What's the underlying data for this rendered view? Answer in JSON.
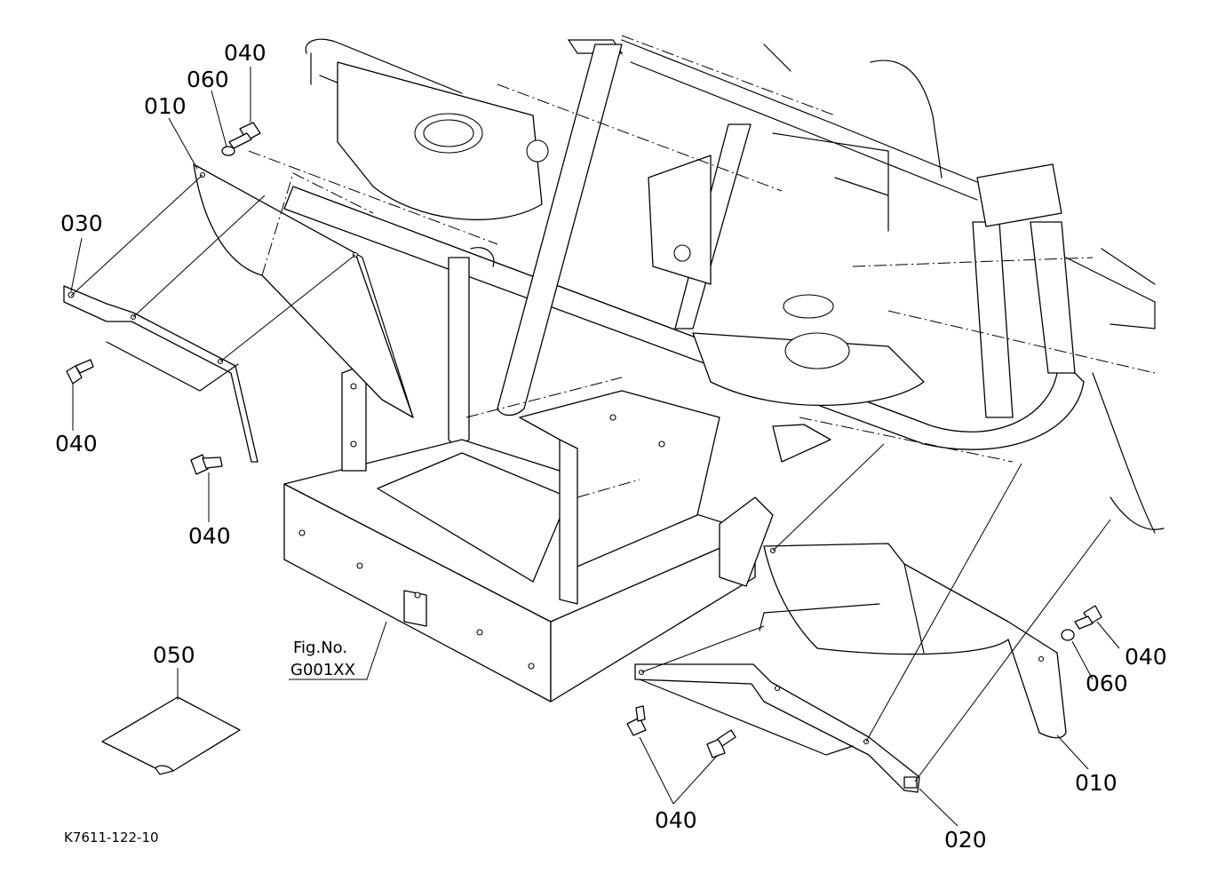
{
  "callouts": {
    "p040_top": "040",
    "p060_top": "060",
    "p010_left": "010",
    "p030": "030",
    "p040_left": "040",
    "p040_mid": "040",
    "p050": "050",
    "p040_right": "040",
    "p060_right": "060",
    "p010_right": "010",
    "p040_bottom": "040",
    "p020": "020"
  },
  "figure_ref": {
    "line1": "Fig.No.",
    "line2": "G001XX"
  },
  "drawing_code": "K7611-122-10"
}
